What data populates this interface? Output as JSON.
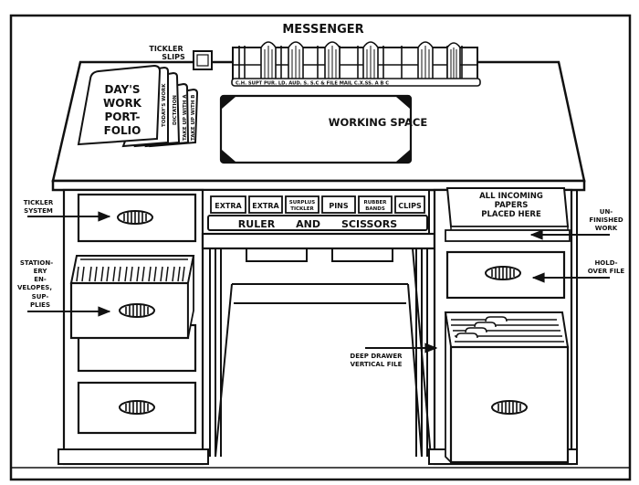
{
  "title": "Desk layout diagram",
  "messenger": {
    "label": "MESSENGER",
    "rail_text": "C.H. SUPT  PUR. LD. AUD. S.  S.C & FILE  MAIL  C.X.SS.  A  B  C"
  },
  "tickler_slips": {
    "line1": "TICKLER",
    "line2": "SLIPS"
  },
  "portfolio": {
    "lines": [
      "DAY'S",
      "WORK",
      "PORT-",
      "FOLIO"
    ],
    "tabs": [
      "TODAY'S WORK",
      "DICTATION",
      "TAKE UP WITH A",
      "TAKE UP WITH B"
    ]
  },
  "working_space": {
    "label": "WORKING SPACE"
  },
  "tray": {
    "compartments": [
      {
        "line1": "EXTRA",
        "line2": ""
      },
      {
        "line1": "EXTRA",
        "line2": ""
      },
      {
        "line1": "SURPLUS",
        "line2": "TICKLER"
      },
      {
        "line1": "PINS",
        "line2": ""
      },
      {
        "line1": "RUBBER",
        "line2": "BANDS"
      },
      {
        "line1": "CLIPS",
        "line2": ""
      }
    ],
    "ruler_label": "RULER      AND      SCISSORS"
  },
  "incoming": {
    "lines": [
      "ALL INCOMING",
      "PAPERS",
      "PLACED HERE"
    ]
  },
  "callouts": {
    "tickler_system": [
      "TICKLER",
      "SYSTEM"
    ],
    "stationery": [
      "STATION-",
      "ERY",
      "EN-",
      "VELOPES,",
      "SUP-",
      "PLIES"
    ],
    "unfinished_work": [
      "UN-",
      "FINISHED",
      "WORK"
    ],
    "hold_over_file": [
      "HOLD-",
      "OVER FILE"
    ],
    "deep_drawer": [
      "DEEP DRAWER",
      "VERTICAL FILE"
    ]
  }
}
